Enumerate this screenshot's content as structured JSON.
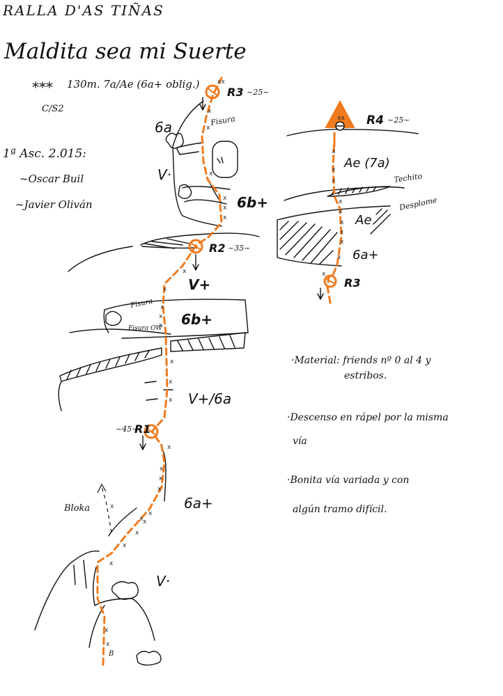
{
  "header": {
    "crag": "RALLA D'AS TIÑAS",
    "route_name": "Maldita sea mi Suerte",
    "stars": "***",
    "summary": "130m. 7a/Ae (6a+ oblig.)",
    "orientation": "C/S2"
  },
  "first_ascent": {
    "title": "1ª Asc. 2.015:",
    "climbers": [
      "~Oscar Buil",
      "~Javier Oliván"
    ]
  },
  "anchors": [
    {
      "label": "R1",
      "note": "~45~"
    },
    {
      "label": "R2",
      "note": "~35~"
    },
    {
      "label": "R3",
      "note": "~25~"
    },
    {
      "label": "R4",
      "note": "~25~"
    },
    {
      "label": "R3",
      "note": ""
    }
  ],
  "grades": {
    "p1_low": "V·",
    "p1_high": "6a+",
    "p2_low": "V+/6a",
    "p2_roof": "6b+",
    "p2_top": "V+",
    "p3_low": "6b+",
    "p3_mid": "V·",
    "p3_crux": "6a",
    "p4_low": "6a+",
    "p4_mid": "Ae",
    "p4_top": "Ae (7a)"
  },
  "features": {
    "fisura": "Fisura",
    "fisura_ow": "Fisura OW",
    "fisura_top": "Fisura",
    "bloka": "Bloka",
    "techo": "Techito",
    "desplome": "Desplome",
    "start": "B"
  },
  "notes": [
    [
      "·Material: friends nº 0 al 4 y",
      "estribos."
    ],
    [
      "·Descenso en rápel por la misma",
      "vía"
    ],
    [
      "·Bonita vía variada y con",
      "algún tramo difícil."
    ]
  ],
  "colors": {
    "route": "#f07a1e",
    "ink": "#111111",
    "paper": "#ffffff"
  }
}
